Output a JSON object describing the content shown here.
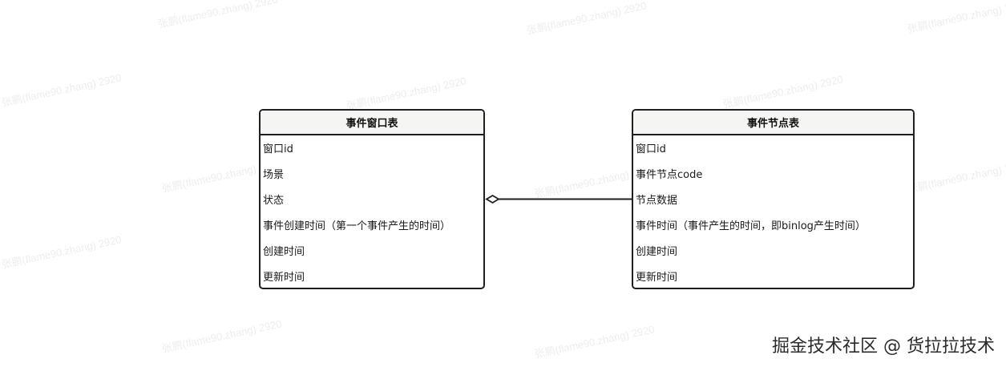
{
  "watermark": "张鹏(flame90.zhang) 2920",
  "entities": {
    "window_table": {
      "title": "事件窗口表",
      "fields": [
        "窗口id",
        "场景",
        "状态",
        "事件创建时间（第一个事件产生的时间）",
        "创建时间",
        "更新时间"
      ]
    },
    "node_table": {
      "title": "事件节点表",
      "fields": [
        "窗口id",
        "事件节点code",
        "节点数据",
        "事件时间（事件产生的时间，即binlog产生时间）",
        "创建时间",
        "更新时间"
      ]
    }
  },
  "relationship": {
    "from": "事件窗口表",
    "to": "事件节点表",
    "type": "aggregation",
    "marker": "hollow-diamond"
  },
  "footer": {
    "brand": "掘金技术社区 @ 货拉拉技术"
  },
  "colors": {
    "border": "#1f1f1f",
    "header_bg": "#f5f5f3",
    "background": "#ffffff"
  }
}
